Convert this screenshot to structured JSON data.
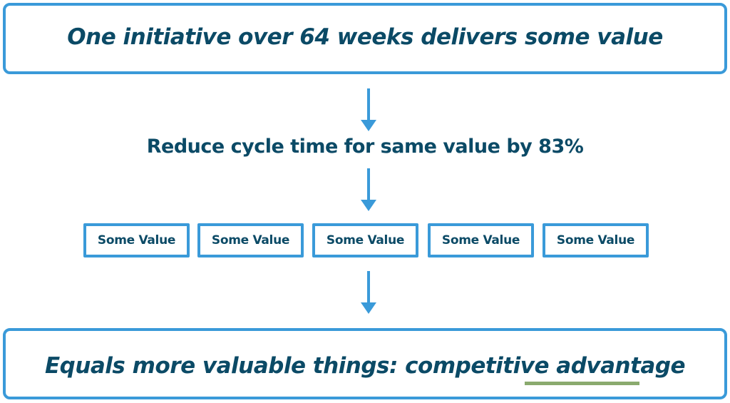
{
  "diagram": {
    "top_text": "One initiative over 64 weeks delivers some value",
    "middle_text": "Reduce cycle time for same value by 83%",
    "value_boxes": [
      "Some Value",
      "Some Value",
      "Some Value",
      "Some Value",
      "Some Value"
    ],
    "bottom_text_main": "Equals more valuable things: competitive ",
    "bottom_text_emph": "advantage"
  },
  "colors": {
    "box_border": "#3a9ad9",
    "text": "#0b4a66",
    "arrow": "#3a9ad9",
    "underline": "#8aaa6e"
  }
}
